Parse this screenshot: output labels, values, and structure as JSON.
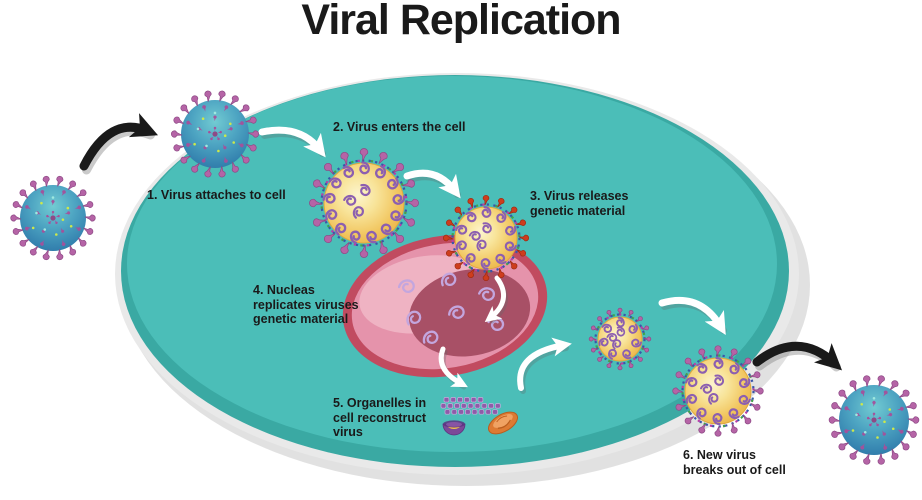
{
  "title": "Viral Replication",
  "steps": [
    {
      "label": "1. Virus attaches to cell"
    },
    {
      "label": "2. Virus enters the cell"
    },
    {
      "label": "3. Virus releases\ngenetic material"
    },
    {
      "label": "4. Nucleas\nreplicates viruses\ngenetic material"
    },
    {
      "label": "5. Organelles in\ncell reconstruct\nvirus"
    },
    {
      "label": "6. New virus\nbreaks out of cell"
    }
  ],
  "elements": [
    "host-cell",
    "nucleus",
    "virus-free-outside",
    "virus-attached-to-cell",
    "virus-entering-cell",
    "virus-releasing-genome",
    "virus-reassembled",
    "virus-budding-out",
    "virus-released-free",
    "protein-array-organelle",
    "vesicle-organelle",
    "golgi-organelle",
    "curved-arrows"
  ],
  "colors": {
    "background": "#FFFFFF",
    "cell_fill": "#4BBEB8",
    "cell_shade": "#3AA9A3",
    "cell_membrane": "#E9E9E9",
    "cell_shadow": "#C9C9C9",
    "nucleus_outline": "#C14B60",
    "nucleus_fill": "#E593AB",
    "nucleus_highlight": "#EFB3C3",
    "nucleus_inner": "#A85066",
    "rna_lavender": "#C3A6DE",
    "rna_purple": "#8C5FB0",
    "virus_blue": "#3E93B8",
    "spike_purple": "#B564A6",
    "spike_red": "#CE3D1D",
    "virus_gold": "#EFC054",
    "arrow_white": "#FFFFFF",
    "arrow_black": "#1A1A1A",
    "label_text": "#1A1A1A"
  }
}
